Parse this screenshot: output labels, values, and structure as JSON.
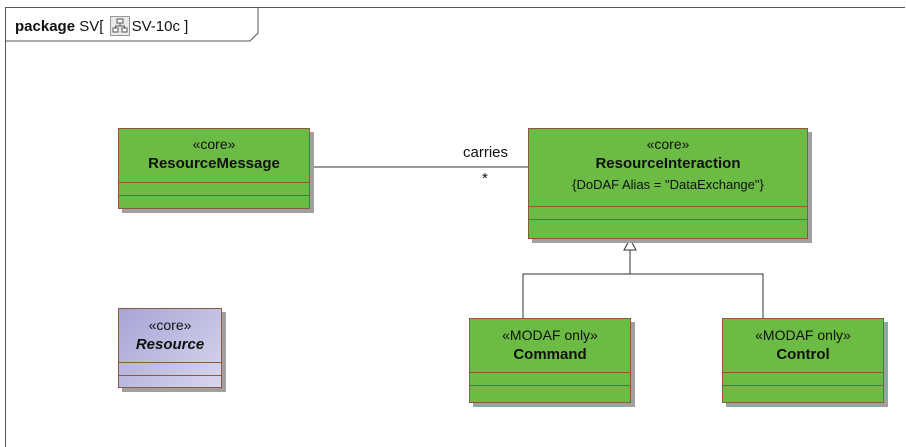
{
  "frame": {
    "keyword": "package",
    "name": "SV",
    "open_bracket": "[",
    "diagram_name": "SV-10c",
    "close_bracket": "]",
    "icon": "diagram-icon"
  },
  "classes": {
    "resource_message": {
      "stereotype": "«core»",
      "name": "ResourceMessage",
      "color": "#6cbb45"
    },
    "resource_interaction": {
      "stereotype": "«core»",
      "name": "ResourceInteraction",
      "tag": "{DoDAF Alias = \"DataExchange\"}",
      "color": "#6cbb45"
    },
    "resource": {
      "stereotype": "«core»",
      "name": "Resource",
      "abstract": true,
      "color": "#a7a4d6"
    },
    "command": {
      "stereotype": "«MODAF only»",
      "name": "Command",
      "color": "#6cbb45"
    },
    "control": {
      "stereotype": "«MODAF only»",
      "name": "Control",
      "color": "#6cbb45"
    }
  },
  "association": {
    "role": "carries",
    "multiplicity": "*"
  }
}
